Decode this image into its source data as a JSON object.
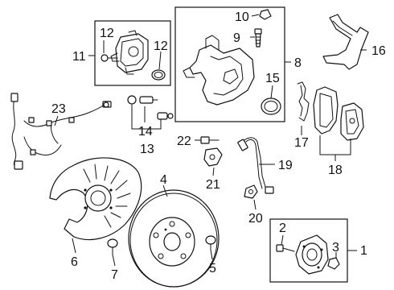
{
  "diagram": {
    "callouts": {
      "c1": "1",
      "c2": "2",
      "c3": "3",
      "c4": "4",
      "c5": "5",
      "c6": "6",
      "c7": "7",
      "c8": "8",
      "c9": "9",
      "c10": "10",
      "c11": "11",
      "c12a": "12",
      "c12b": "12",
      "c13": "13",
      "c14": "14",
      "c15": "15",
      "c16": "16",
      "c17": "17",
      "c18": "18",
      "c19": "19",
      "c20": "20",
      "c21": "21",
      "c22": "22",
      "c23": "23"
    }
  }
}
